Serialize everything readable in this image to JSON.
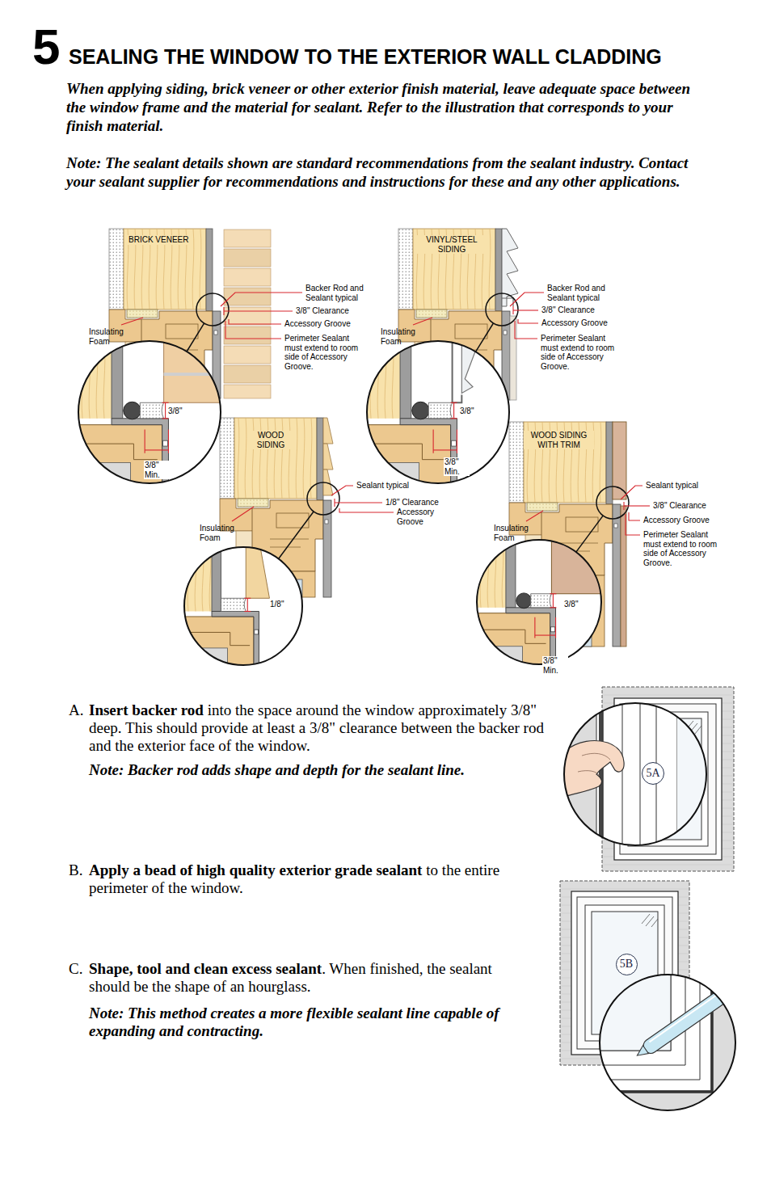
{
  "diagram": {
    "title": "SEALING THE WINDOW TO THE EXTERIOR WALL CLADDING",
    "nodes": [
      {
        "text": [
          "5A"
        ]
      },
      {
        "text": [
          "5B"
        ]
      }
    ],
    "labels": [
      "5",
      "When applying siding, brick veneer or other exterior finish material, leave adequate space between the window frame and the material for sealant. Refer to the illustration that corresponds to your finish material.",
      "Note: The sealant details shown are standard recommendations from the sealant industry. Contact your sealant supplier for recommendations and instructions for these and any other applications.",
      "BRICK VENEER",
      "Backer Rod and Sealant typical",
      "3/8\" Clearance",
      "Accessory Groove",
      "Perimeter Sealant must extend to room side of Accessory Groove.",
      "Insulating Foam",
      "3/8\"",
      "3/8\" Min.",
      "VINYL/STEEL SIDING",
      "Backer Rod and Sealant typical",
      "3/8\" Clearance",
      "Accessory Groove",
      "Insulating Foam",
      "Perimeter Sealant must extend to room side of Accessory Groove.",
      "3/8\"",
      "3/8\" Min.",
      "WOOD SIDING",
      "Sealant typical",
      "1/8\" Clearance",
      "Accessory Groove",
      "Insulating Foam",
      "1/8\"",
      "WOOD SIDING WITH TRIM",
      "Sealant typical",
      "3/8\" Clearance",
      "Accessory Groove",
      "Perimeter Sealant must extend to room side of Accessory Groove.",
      "Insulating Foam",
      "3/8\"",
      "3/8\" Min.",
      "A.",
      "Insert backer rod",
      "into the space around the window approximately 3/8\" deep. This should provide at least a 3/8\" clearance between the backer rod and the exterior face of the window.",
      "Note: Backer rod adds shape and depth for the sealant line.",
      "B.",
      "Apply a bead of high quality exterior grade sealant",
      "to the entire perimeter of the window.",
      "C.",
      "Shape, tool and clean excess sealant",
      ". When finished, the sealant should be the shape of an hourglass.",
      "Note: This method creates a more flexible sealant line capable of expanding and contracting."
    ]
  }
}
